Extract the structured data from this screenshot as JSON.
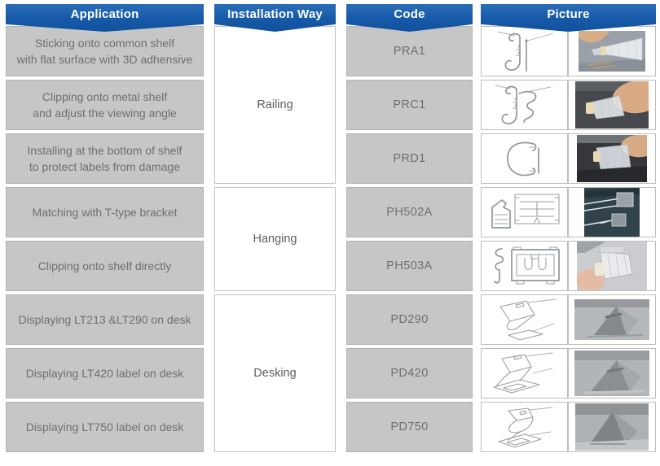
{
  "colors": {
    "header_blue": "#1659A8",
    "cell_gray": "#C6C6C6",
    "cell_text_gray": "#6F6F6F",
    "white": "#FFFFFF"
  },
  "table": {
    "headers": {
      "application": "Application",
      "installation_way": "Installation Way",
      "code": "Code",
      "picture": "Picture"
    },
    "groups": {
      "railing": "Railing",
      "hanging": "Hanging",
      "desking": "Desking"
    },
    "rows": [
      {
        "application": "Sticking onto common shelf\nwith flat surface with 3D adhensive",
        "code": "PRA1",
        "drawing": "pra1-rail-hook-profile-drawing",
        "photo": "pra1-hand-holding-label-holder-photo"
      },
      {
        "application": "Clipping onto metal shelf\nand adjust the viewing angle",
        "code": "PRC1",
        "drawing": "prc1-rail-clip-profile-drawing",
        "photo": "prc1-hand-holding-clip-photo"
      },
      {
        "application": "Installing at the bottom of shelf\nto protect labels from damage",
        "code": "PRD1",
        "drawing": "prd1-shelf-bottom-profile-drawing",
        "photo": "prd1-hand-holding-holder-photo"
      },
      {
        "application": "Matching with T-type bracket",
        "code": "PH502A",
        "drawing": "ph502a-bracket-parts-drawing",
        "photo": "ph502a-mounted-bracket-photo"
      },
      {
        "application": "Clipping onto shelf directly",
        "code": "PH503A",
        "drawing": "ph503a-shelf-clip-parts-drawing",
        "photo": "ph503a-hand-holding-clip-photo"
      },
      {
        "application": "Displaying LT213 &LT290 on desk",
        "code": "PD290",
        "drawing": "pd290-desk-stand-drawing",
        "photo": "pd290-desk-stand-photo"
      },
      {
        "application": "Displaying LT420 label on desk",
        "code": "PD420",
        "drawing": "pd420-desk-stand-drawing",
        "photo": "pd420-desk-stand-photo"
      },
      {
        "application": "Displaying LT750 label on desk",
        "code": "PD750",
        "drawing": "pd750-desk-stand-drawing",
        "photo": "pd750-desk-stand-photo"
      }
    ]
  }
}
